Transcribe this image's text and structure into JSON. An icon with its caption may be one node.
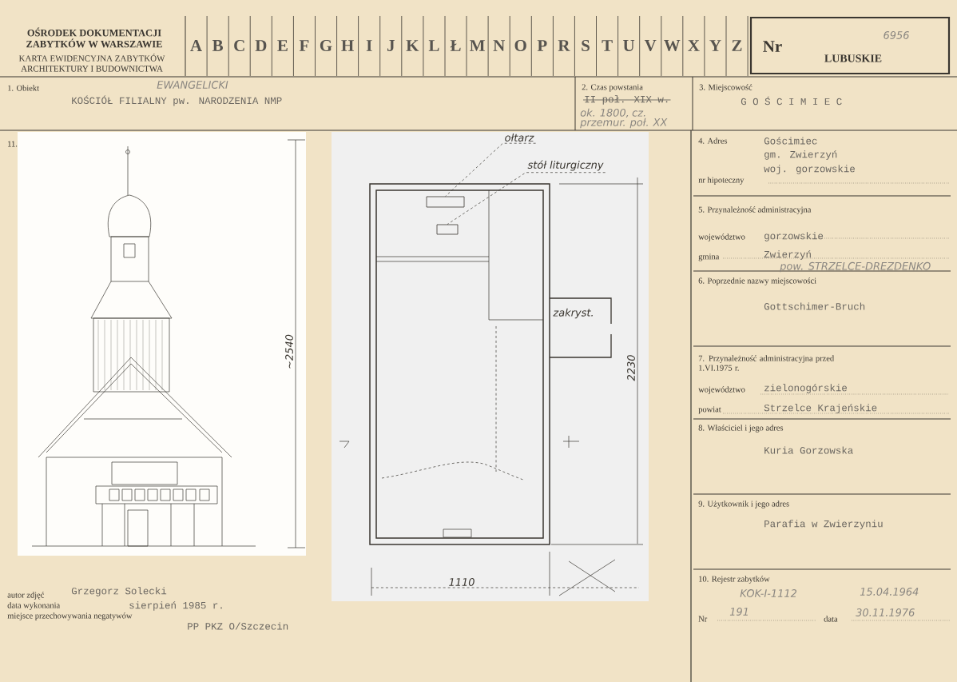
{
  "diagram": {
    "nodes": [
      {
        "text": [
          "ołtarz"
        ]
      },
      {
        "text": [
          "stół liturgiczny"
        ]
      },
      {
        "text": [],
        "shape": "box"
      },
      {
        "text": [],
        "shape": "box"
      }
    ],
    "edges": [
      {
        "from": 0,
        "to": 2,
        "arrow": "none",
        "style": "dashed"
      },
      {
        "from": 1,
        "to": 3,
        "arrow": "none",
        "style": "dashed"
      }
    ],
    "labels": [
      "OŚRODEK DOKUMENTACJI",
      "ZABYTKÓW W WARSZAWIE",
      "KARTA EWIDENCYJNA ZABYTKÓW",
      "ARCHITEKTURY I BUDOWNICTWA",
      "A",
      "B",
      "C",
      "D",
      "E",
      "F",
      "G",
      "H",
      "I",
      "J",
      "K",
      "L",
      "Ł",
      "M",
      "N",
      "O",
      "P",
      "R",
      "S",
      "T",
      "U",
      "V",
      "W",
      "X",
      "Y",
      "Z",
      "Nr",
      "6956",
      "LUBUSKIE",
      "1. Obiekt",
      "EWANGELICKI",
      "KOŚCIÓŁ FILIALNY pw. NARODZENIA NMP",
      "2. Czas powstania",
      "II poł. XIX w.",
      "ok. 1800, cz. przemur. poł. XX",
      "3. Miejscowość",
      "G O Ś C I M I E C",
      "11.",
      "~2540",
      "zakryst.",
      "2230",
      "1110",
      "4. Adres",
      "Gościmiec",
      "gm. Zwierzyń",
      "woj. gorzowskie",
      "nr hipoteczny",
      "5. Przynależność administracyjna",
      "województwo",
      "gorzowskie",
      "gmina",
      "Zwierzyń",
      "pow. STRZELCE-DREZDENKO",
      "6. Poprzednie nazwy miejscowości",
      "Gottschimer-Bruch",
      "7. Przynależność administracyjna przed 1.VI.1975 r.",
      "województwo",
      "zielonogórskie",
      "powiat",
      "Strzelce Krajeńskie",
      "8. Właściciel i jego adres",
      "Kuria Gorzowska",
      "9. Użytkownik i jego adres",
      "Parafia w Zwierzyniu",
      "10. Rejestr zabytków",
      "KOK-I-1112",
      "15.04.1964",
      "Nr",
      "191",
      "data",
      "30.11.1976",
      "autor zdjęć",
      "Grzegorz Solecki",
      "data wykonania",
      "sierpień 1985 r.",
      "miejsce przechowywania negatywów",
      "PP PKZ O/Szczecin"
    ]
  }
}
